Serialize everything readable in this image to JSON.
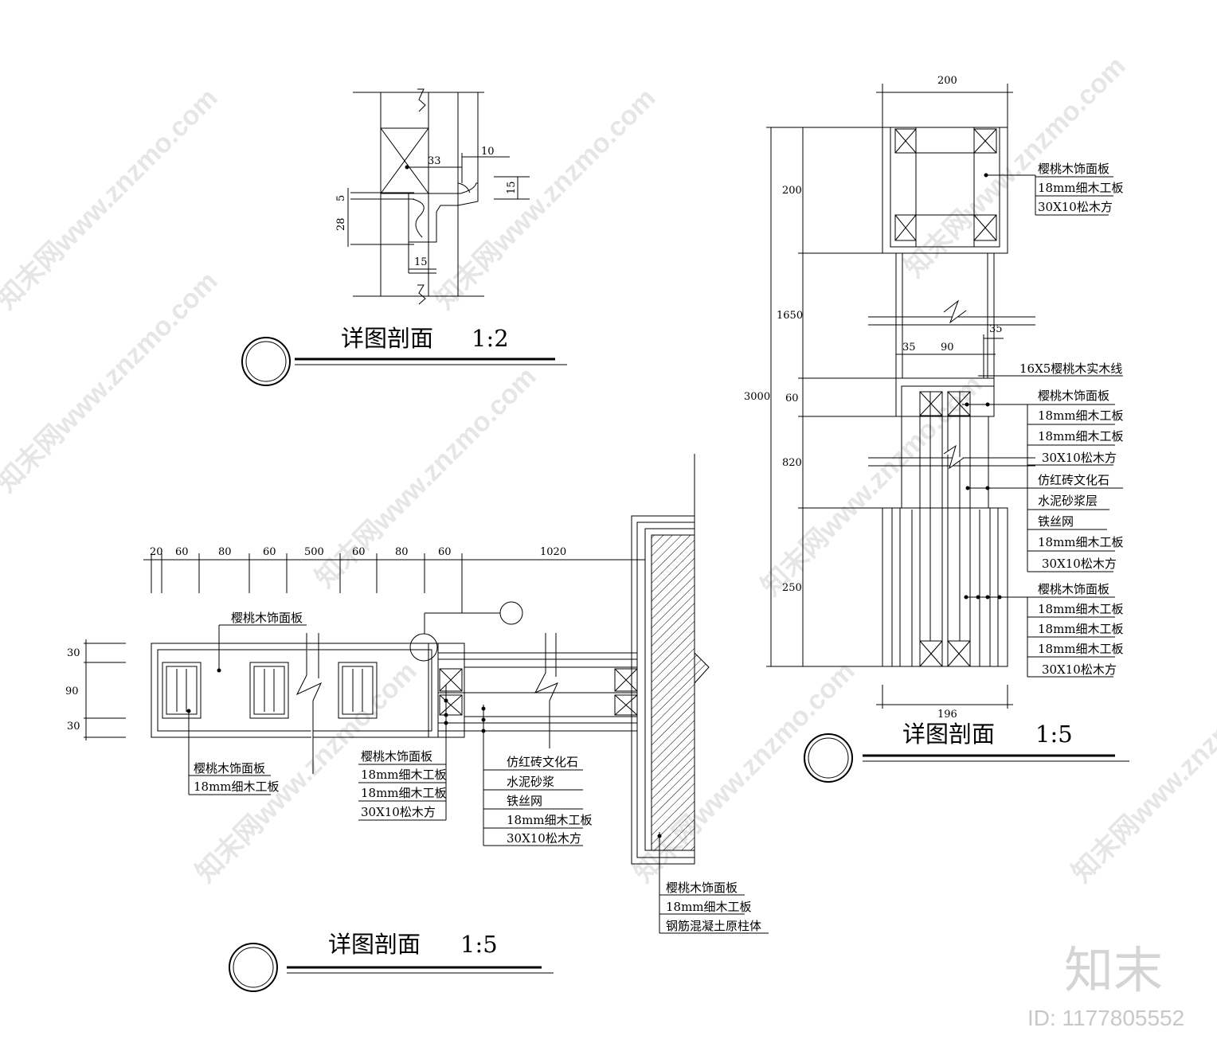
{
  "watermark_text": "知末网www.znzmo.com",
  "brand": {
    "name": "知末",
    "id_text": "ID: 1177805552"
  },
  "detail_a": {
    "title": "详图剖面",
    "scale": "1:2",
    "dims": {
      "d33": "33",
      "d10": "10",
      "d15h": "15",
      "d5": "5",
      "d28": "28",
      "d15b": "15"
    }
  },
  "detail_b": {
    "title": "详图剖面",
    "scale": "1:5",
    "top_dims": [
      "20",
      "60",
      "80",
      "60",
      "500",
      "60",
      "80",
      "60",
      "1020"
    ],
    "left_dims": [
      "30",
      "90",
      "30"
    ],
    "label_top": "樱桃木饰面板",
    "labels_left": [
      "樱桃木饰面板",
      "18mm细木工板"
    ],
    "labels_mid": [
      "樱桃木饰面板",
      "18mm细木工板",
      "18mm细木工板",
      "30X10松木方"
    ],
    "labels_right": [
      "仿红砖文化石",
      "水泥砂浆",
      "铁丝网",
      "18mm细木工板",
      "30X10松木方"
    ],
    "labels_bottom": [
      "樱桃木饰面板",
      "18mm细木工板",
      "钢筋混凝土原柱体"
    ]
  },
  "detail_c": {
    "title": "详图剖面",
    "scale": "1:5",
    "dim_top": "200",
    "dim_bottom": "196",
    "dims_vertical": [
      "200",
      "1650",
      "3000",
      "60",
      "820",
      "250"
    ],
    "dim_35": "35",
    "dim_35b": "35",
    "dim_90": "90",
    "labels_top": [
      "樱桃木饰面板",
      "18mm细木工板",
      "30X10松木方"
    ],
    "labels_mid": [
      "16X5樱桃木实木线",
      "樱桃木饰面板",
      "18mm细木工板",
      "18mm细木工板",
      "30X10松木方",
      "仿红砖文化石",
      "水泥砂浆层",
      "铁丝网",
      "18mm细木工板",
      "30X10松木方"
    ],
    "labels_bottom": [
      "樱桃木饰面板",
      "18mm细木工板",
      "18mm细木工板",
      "18mm细木工板",
      "30X10松木方"
    ]
  }
}
